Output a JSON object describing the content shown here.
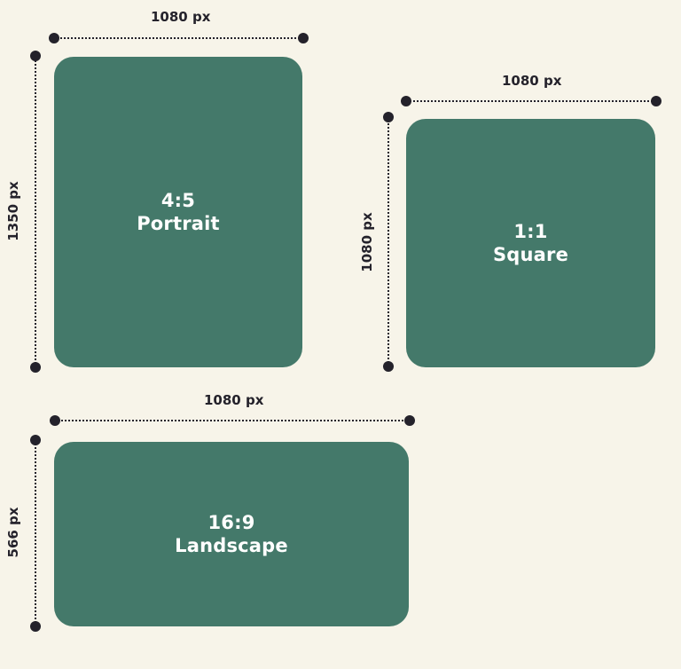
{
  "portrait": {
    "ratio": "4:5",
    "name": "Portrait",
    "width_label": "1080 px",
    "height_label": "1350 px"
  },
  "square": {
    "ratio": "1:1",
    "name": "Square",
    "width_label": "1080 px",
    "height_label": "1080 px"
  },
  "landscape": {
    "ratio": "16:9",
    "name": "Landscape",
    "width_label": "1080 px",
    "height_label": "566 px"
  },
  "colors": {
    "background": "#f7f4e9",
    "card": "#44796a",
    "ink": "#24222b",
    "card_text": "#ffffff"
  }
}
